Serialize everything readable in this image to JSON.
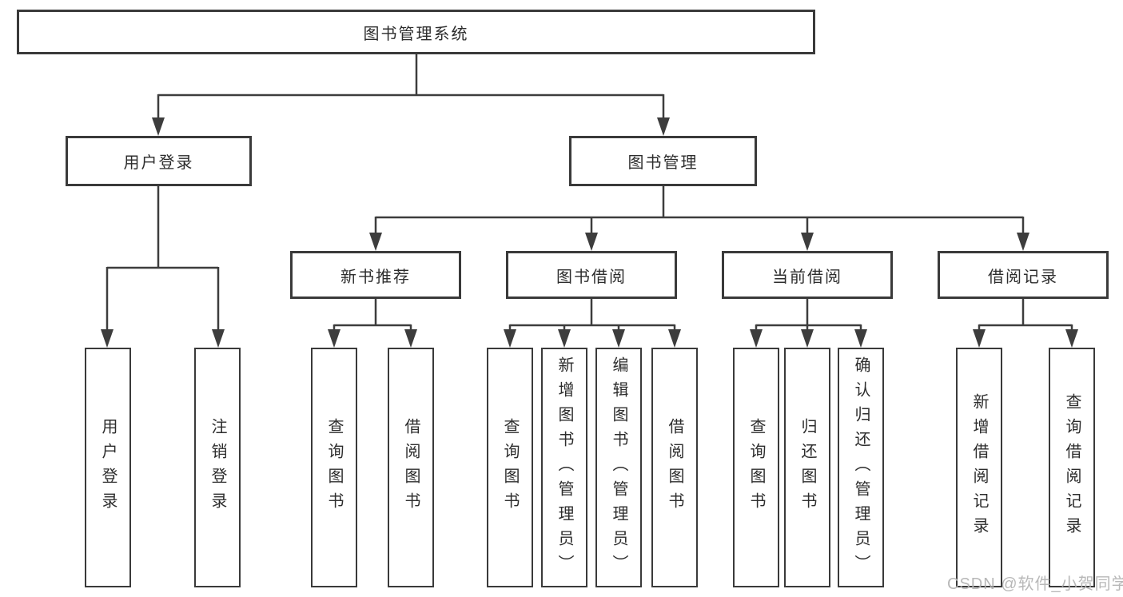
{
  "diagram_type": "hierarchy-tree",
  "tree": {
    "label": "图书管理系统",
    "children": [
      {
        "label": "用户登录",
        "children": [
          {
            "label": "用户登录"
          },
          {
            "label": "注销登录"
          }
        ]
      },
      {
        "label": "图书管理",
        "children": [
          {
            "label": "新书推荐",
            "children": [
              {
                "label": "查询图书"
              },
              {
                "label": "借阅图书"
              }
            ]
          },
          {
            "label": "图书借阅",
            "children": [
              {
                "label": "查询图书"
              },
              {
                "label": "新增图书（管理员）"
              },
              {
                "label": "编辑图书（管理员）"
              },
              {
                "label": "借阅图书"
              }
            ]
          },
          {
            "label": "当前借阅",
            "children": [
              {
                "label": "查询图书"
              },
              {
                "label": "归还图书"
              },
              {
                "label": "确认归还（管理员）"
              }
            ]
          },
          {
            "label": "借阅记录",
            "children": [
              {
                "label": "新增借阅记录"
              },
              {
                "label": "查询借阅记录"
              }
            ]
          }
        ]
      }
    ]
  },
  "watermark": {
    "text": "CSDN @软件_小贺同学"
  },
  "colors": {
    "background": "#ffffff",
    "line": "#3d3d3d",
    "box_border": "#3a3a3a",
    "text": "#2d2d2d",
    "watermark": "#b4b4b4"
  }
}
